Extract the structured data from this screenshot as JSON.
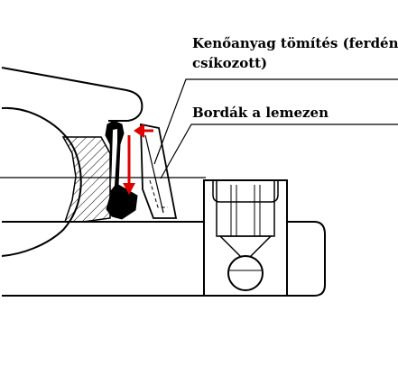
{
  "annotations": {
    "seal_label_line1": "Kenőanyag tömítés (ferdén",
    "seal_label_line2": "csíkozott)",
    "ribs_label": "Bordák a lemezen"
  },
  "colors": {
    "line": "#000000",
    "arrow": "#e00000",
    "hatch": "#000000",
    "background": "#ffffff"
  }
}
